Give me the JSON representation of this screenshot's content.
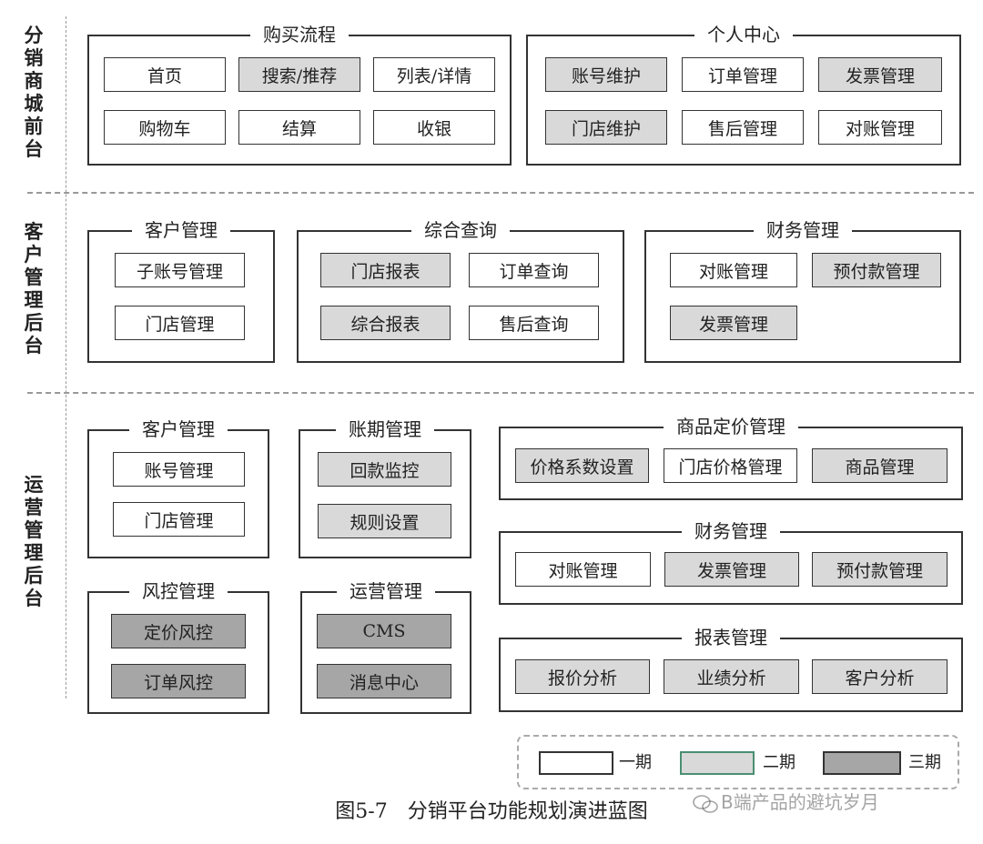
{
  "sections": {
    "storefront": "分销商城前台",
    "customer_admin": "客户管理后台",
    "ops_admin": "运营管理后台"
  },
  "groups": {
    "buy_flow": {
      "title": "购买流程",
      "items": [
        {
          "label": "首页",
          "phase": 1
        },
        {
          "label": "搜索/推荐",
          "phase": 2
        },
        {
          "label": "列表/详情",
          "phase": 1
        },
        {
          "label": "购物车",
          "phase": 1
        },
        {
          "label": "结算",
          "phase": 1
        },
        {
          "label": "收银",
          "phase": 1
        }
      ]
    },
    "personal_center": {
      "title": "个人中心",
      "items": [
        {
          "label": "账号维护",
          "phase": 2
        },
        {
          "label": "订单管理",
          "phase": 1
        },
        {
          "label": "发票管理",
          "phase": 2
        },
        {
          "label": "门店维护",
          "phase": 2
        },
        {
          "label": "售后管理",
          "phase": 1
        },
        {
          "label": "对账管理",
          "phase": 1
        }
      ]
    },
    "cust_mgmt": {
      "title": "客户管理",
      "items": [
        {
          "label": "子账号管理",
          "phase": 1
        },
        {
          "label": "门店管理",
          "phase": 1
        }
      ]
    },
    "query": {
      "title": "综合查询",
      "items": [
        {
          "label": "门店报表",
          "phase": 2
        },
        {
          "label": "订单查询",
          "phase": 1
        },
        {
          "label": "综合报表",
          "phase": 2
        },
        {
          "label": "售后查询",
          "phase": 1
        }
      ]
    },
    "finance_cust": {
      "title": "财务管理",
      "items": [
        {
          "label": "对账管理",
          "phase": 1
        },
        {
          "label": "预付款管理",
          "phase": 2
        },
        {
          "label": "发票管理",
          "phase": 2
        }
      ]
    },
    "ops_cust": {
      "title": "客户管理",
      "items": [
        {
          "label": "账号管理",
          "phase": 1
        },
        {
          "label": "门店管理",
          "phase": 1
        }
      ]
    },
    "billing": {
      "title": "账期管理",
      "items": [
        {
          "label": "回款监控",
          "phase": 2
        },
        {
          "label": "规则设置",
          "phase": 2
        }
      ]
    },
    "pricing": {
      "title": "商品定价管理",
      "items": [
        {
          "label": "价格系数设置",
          "phase": 2
        },
        {
          "label": "门店价格管理",
          "phase": 1
        },
        {
          "label": "商品管理",
          "phase": 2
        }
      ]
    },
    "finance_ops": {
      "title": "财务管理",
      "items": [
        {
          "label": "对账管理",
          "phase": 1
        },
        {
          "label": "发票管理",
          "phase": 2
        },
        {
          "label": "预付款管理",
          "phase": 2
        }
      ]
    },
    "risk": {
      "title": "风控管理",
      "items": [
        {
          "label": "定价风控",
          "phase": 3
        },
        {
          "label": "订单风控",
          "phase": 3
        }
      ]
    },
    "operations": {
      "title": "运营管理",
      "items": [
        {
          "label": "CMS",
          "phase": 3
        },
        {
          "label": "消息中心",
          "phase": 3
        }
      ]
    },
    "reports": {
      "title": "报表管理",
      "items": [
        {
          "label": "报价分析",
          "phase": 2
        },
        {
          "label": "业绩分析",
          "phase": 2
        },
        {
          "label": "客户分析",
          "phase": 2
        }
      ]
    }
  },
  "legend": [
    {
      "label": "一期",
      "color": "#ffffff"
    },
    {
      "label": "二期",
      "color": "#d9d9d9"
    },
    {
      "label": "三期",
      "color": "#a6a6a6"
    }
  ],
  "caption": "图5-7　分销平台功能规划演进蓝图",
  "watermark": "B端产品的避坑岁月"
}
